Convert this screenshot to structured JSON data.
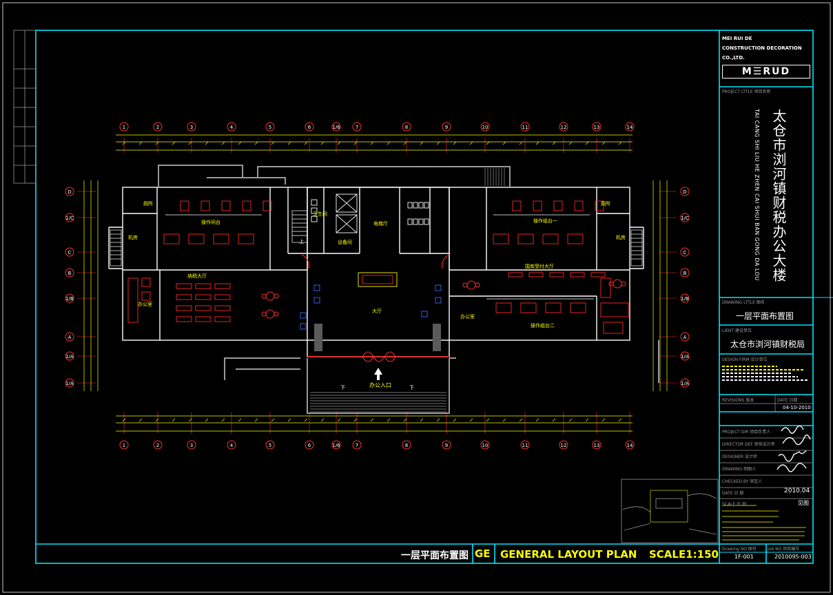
{
  "colors": {
    "background": "#000000",
    "frame": "#00e5ff",
    "wall": "#ffffff",
    "furniture": "#ff2a2a",
    "dimension": "#ffff00",
    "axis": "#ff3030",
    "hatch": "#808080",
    "text_label": "#ffff00"
  },
  "firm": {
    "name_line1": "MEI RUI DE",
    "name_line2": "CONSTRUCTION   DECORATION",
    "name_line3": "CO.,LTD.",
    "logo_text": "M☰RUD"
  },
  "project": {
    "label": "PROJECT LTTLE 项目名称",
    "title_cn": "太仓市浏河镇财税办公大楼",
    "title_pinyin": "TAI CANG SHI LIU HE ZHEN CAI SHUI BAN GONG DA LOU"
  },
  "drawing": {
    "label": "DRAWING LTTLE 图名",
    "title": "一层平面布置图"
  },
  "client": {
    "label": "LIENT 建设单位",
    "name": "太仓市浏河镇财税局"
  },
  "design_firm": {
    "label": "DESIGN FIRM 设计单位"
  },
  "revisions": {
    "label": "REVISIONS 版本",
    "date_label": "DATE 日期",
    "date_value": "04-10-2010"
  },
  "signoff_rows": [
    {
      "label": "PROJECT DIR  项目负责人"
    },
    {
      "label": "DIRECTOR DEF 审核设计师"
    },
    {
      "label": "DESIGNER    设计师"
    },
    {
      "label": "DRAWING     制图人"
    },
    {
      "label": "CHECKED BY  审定人"
    },
    {
      "label": "DATE        日 期",
      "value": "2010.04"
    },
    {
      "label": "SCALE       比 例",
      "value": "见图"
    }
  ],
  "footer": {
    "drawing_title": "一层平面布置图",
    "code": "GE",
    "english_title": "GENERAL LAYOUT PLAN",
    "scale": "SCALE1:150",
    "drawing_no_label": "Drawing NO 图号",
    "drawing_no": "1F-001",
    "job_no_label": "Job NO 项目编号",
    "job_no": "2010095-003"
  },
  "axes": {
    "columns": [
      "1",
      "2",
      "3",
      "4",
      "5",
      "6",
      "1/6",
      "7",
      "8",
      "9",
      "10",
      "11",
      "12",
      "13",
      "14"
    ],
    "rows_left": [
      "D",
      "1/C",
      "C",
      "B",
      "1/B",
      "A",
      "1/A",
      "1/A"
    ]
  },
  "rooms": [
    {
      "name": "操作间台"
    },
    {
      "name": "操作组台一"
    },
    {
      "name": "纳税大厅"
    },
    {
      "name": "国库受付大厅"
    },
    {
      "name": "办公室"
    },
    {
      "name": "电梯厅"
    },
    {
      "name": "大厅"
    },
    {
      "name": "办公入口"
    },
    {
      "name": "机房"
    },
    {
      "name": "机房"
    },
    {
      "name": "厕所"
    },
    {
      "name": "厕所"
    },
    {
      "name": "操作组台二"
    },
    {
      "name": "办公室"
    },
    {
      "name": "卫生间"
    },
    {
      "name": "设备间"
    }
  ],
  "labels": {
    "up": "上",
    "down": "下"
  }
}
